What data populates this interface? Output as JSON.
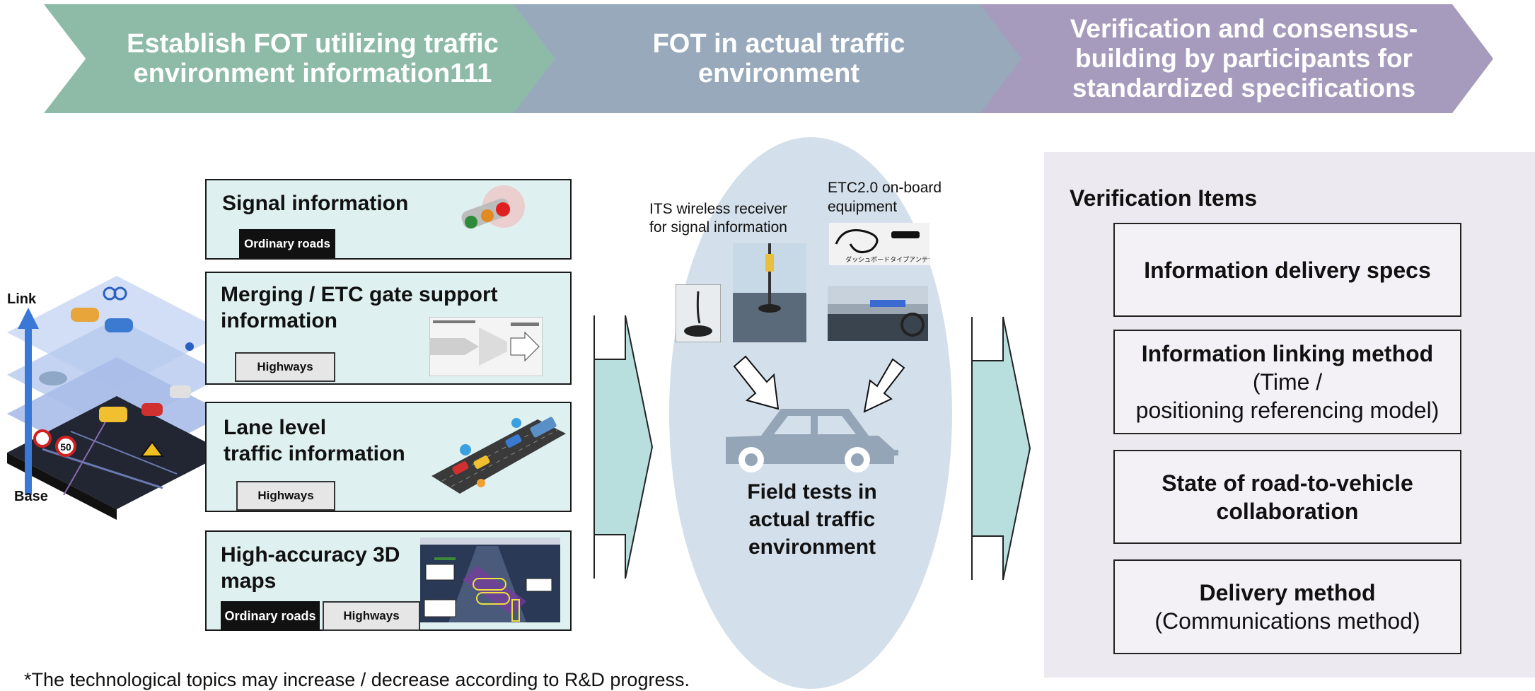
{
  "banner": {
    "step1": "Establish FOT utilizing traffic environment information111",
    "step2": "FOT in actual traffic environment",
    "step3": "Verification and consensus-building by participants for standardized specifications"
  },
  "layers": {
    "link_label": "Link",
    "base_label": "Base",
    "speed_sign": "50"
  },
  "info_boxes": [
    {
      "title": "Signal information",
      "tags": [
        "Ordinary roads"
      ]
    },
    {
      "title": "Merging / ETC gate support information",
      "tags": [
        "Highways"
      ]
    },
    {
      "title": "Lane level traffic  information",
      "line1": "Lane level",
      "line2": "traffic  information",
      "tags": [
        "Highways"
      ]
    },
    {
      "title": "High-accuracy 3D maps",
      "tags": [
        "Ordinary roads",
        "Highways"
      ]
    }
  ],
  "field_test": {
    "receiver_label": "ITS wireless receiver for signal information",
    "receiver_line1": "ITS wireless receiver",
    "receiver_line2": "for signal information",
    "etc_line1": "ETC2.0 on-board",
    "etc_line2": "equipment",
    "antenna_caption": "ダッシュボードタイプアンテナ",
    "caption_line1": "Field tests in",
    "caption_line2": "actual traffic",
    "caption_line3": "environment"
  },
  "verification": {
    "heading": "Verification Items",
    "items": [
      {
        "bold": "Information delivery specs",
        "normal": ""
      },
      {
        "bold": "Information linking method",
        "normal1": "(Time /",
        "normal2": "positioning referencing model)"
      },
      {
        "bold1": "State of road-to-vehicle",
        "bold2": "collaboration"
      },
      {
        "bold": "Delivery method",
        "normal": "(Communications method)"
      }
    ]
  },
  "footnote": "*The technological topics may increase / decrease according to R&D progress.",
  "colors": {
    "step1": "#8dbba8",
    "step2": "#98a9bb",
    "step3": "#a79bbd",
    "info_box_fill": "#dff0f0",
    "ellipse": "#d3dfea",
    "car": "#94a5b8",
    "arrow_fill": "#b8dede",
    "panel": "#ece9f0"
  }
}
